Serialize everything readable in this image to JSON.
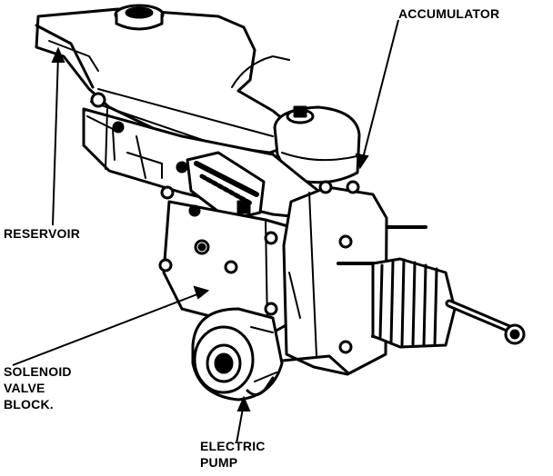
{
  "labels": {
    "accumulator": "ACCUMULATOR",
    "reservoir": "RESERVOIR",
    "solenoid": [
      "SOLENOID",
      "VALVE",
      "BLOCK."
    ],
    "pump": [
      "ELECTRIC",
      "PUMP"
    ]
  },
  "colors": {
    "ink": "#000000",
    "paper": "#ffffff"
  }
}
